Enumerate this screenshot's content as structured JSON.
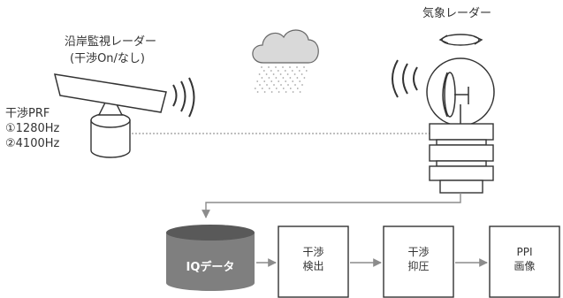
{
  "radars": {
    "coastal": {
      "title": "沿岸監視レーダー",
      "subtitle": "(干渉On/なし)",
      "prf_label": "干渉PRF",
      "prf_1": "①1280Hz",
      "prf_2": "②4100Hz"
    },
    "weather": {
      "title": "気象レーダー"
    }
  },
  "pipeline": {
    "iq": "IQデータ",
    "detect_line1": "干渉",
    "detect_line2": "検出",
    "suppress_line1": "干渉",
    "suppress_line2": "抑圧",
    "ppi_line1": "PPI",
    "ppi_line2": "画像"
  },
  "colors": {
    "ink": "#333333",
    "cylinder_fill": "#7f7f7f",
    "cylinder_top": "#595959",
    "cloud_fill": "#d9d9d9",
    "rain": "#a6a6a6",
    "arrow": "#8c8c8c",
    "interference_link": "#999999"
  },
  "icons": [
    "cloud-icon",
    "rain-icon",
    "rotation-arrow-icon",
    "signal-waves-icon"
  ]
}
